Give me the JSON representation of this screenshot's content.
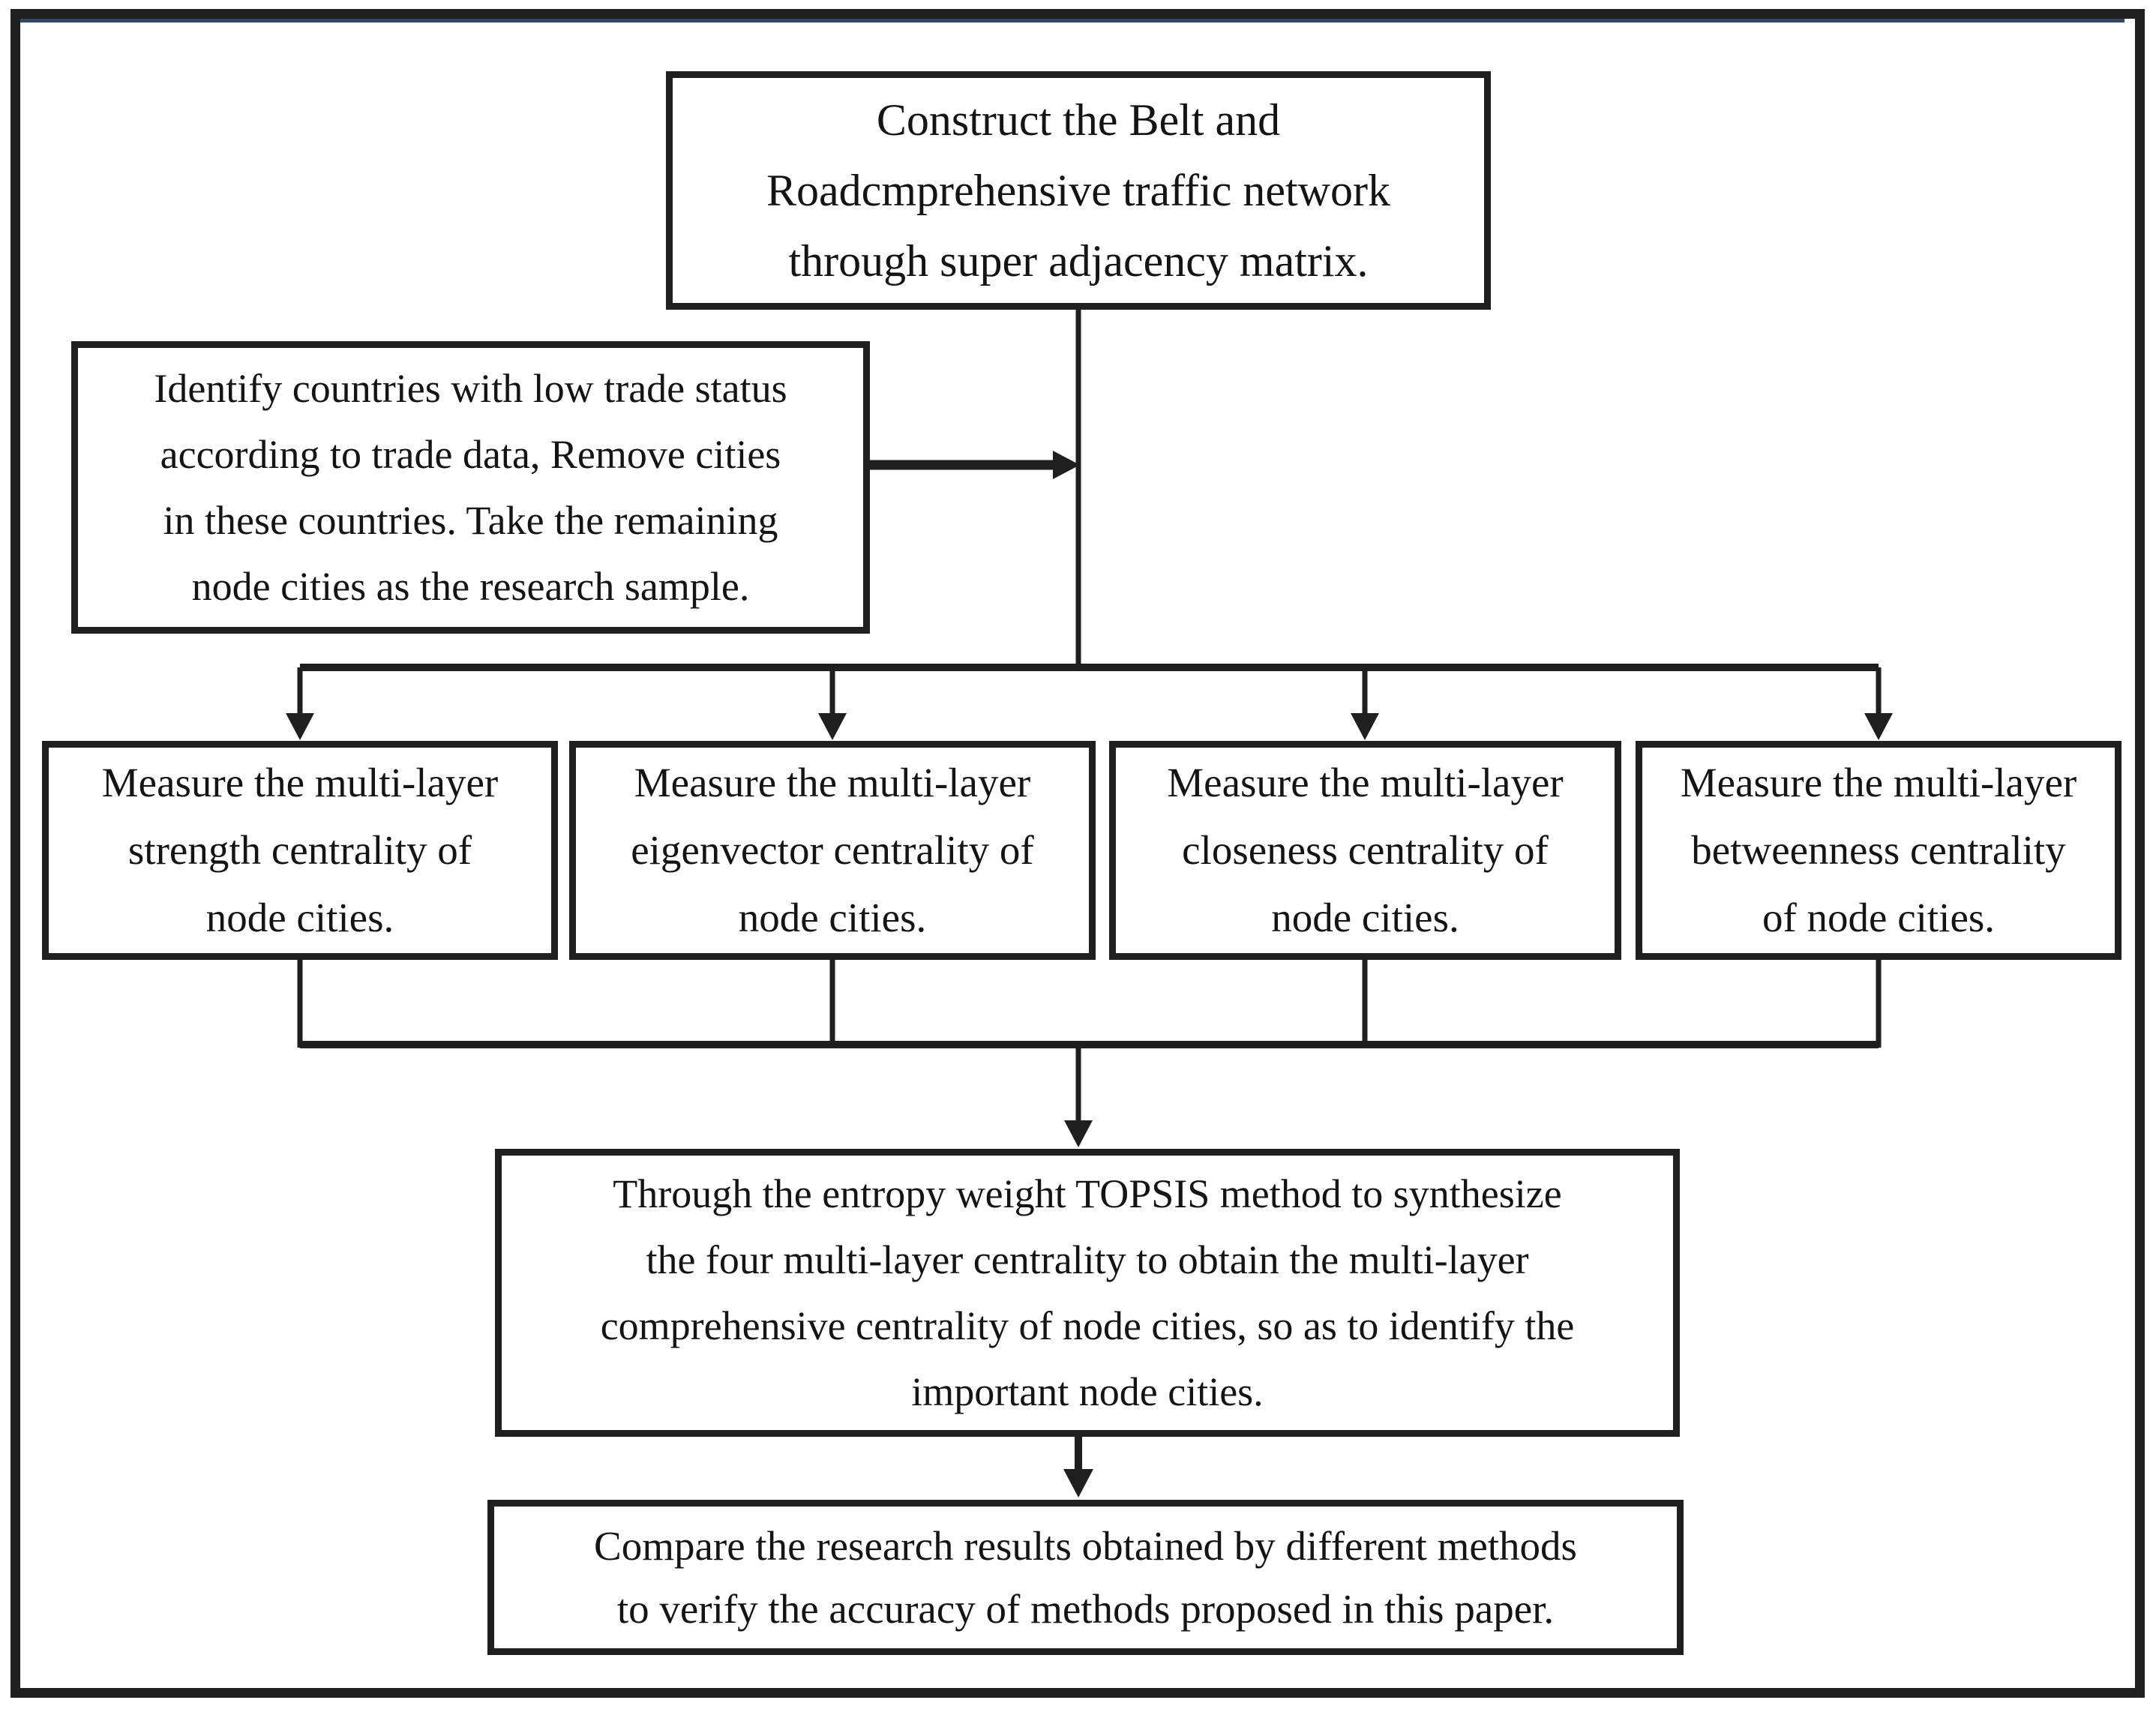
{
  "figure": {
    "background": "#ffffff",
    "line_color": "#1f1f1f",
    "accent_color": "#31486b",
    "text_color": "#141414"
  },
  "nodes": {
    "construct": {
      "lines": [
        "Construct the Belt and",
        "Roadcmprehensive traffic network",
        "through super adjacency matrix."
      ]
    },
    "identify": {
      "lines": [
        "Identify countries with low trade status",
        "according to trade data, Remove cities",
        "in these countries. Take the remaining",
        "node cities as the research sample."
      ]
    },
    "strength": {
      "lines": [
        "Measure the multi-layer",
        "strength centrality of",
        "node cities."
      ]
    },
    "eigenvector": {
      "lines": [
        "Measure the multi-layer",
        "eigenvector centrality of",
        "node cities."
      ]
    },
    "closeness": {
      "lines": [
        "Measure the multi-layer",
        "closeness centrality of",
        "node cities."
      ]
    },
    "betweenness": {
      "lines": [
        "Measure the multi-layer",
        "betweenness centrality",
        "of node cities."
      ]
    },
    "topsis": {
      "lines": [
        "Through the entropy weight TOPSIS method to synthesize",
        "the four multi-layer centrality to obtain the multi-layer",
        "comprehensive centrality of node cities, so as to identify the",
        "important node cities."
      ]
    },
    "compare": {
      "lines": [
        "Compare the research results obtained by different methods",
        "to verify the accuracy of methods proposed in this paper."
      ]
    }
  }
}
